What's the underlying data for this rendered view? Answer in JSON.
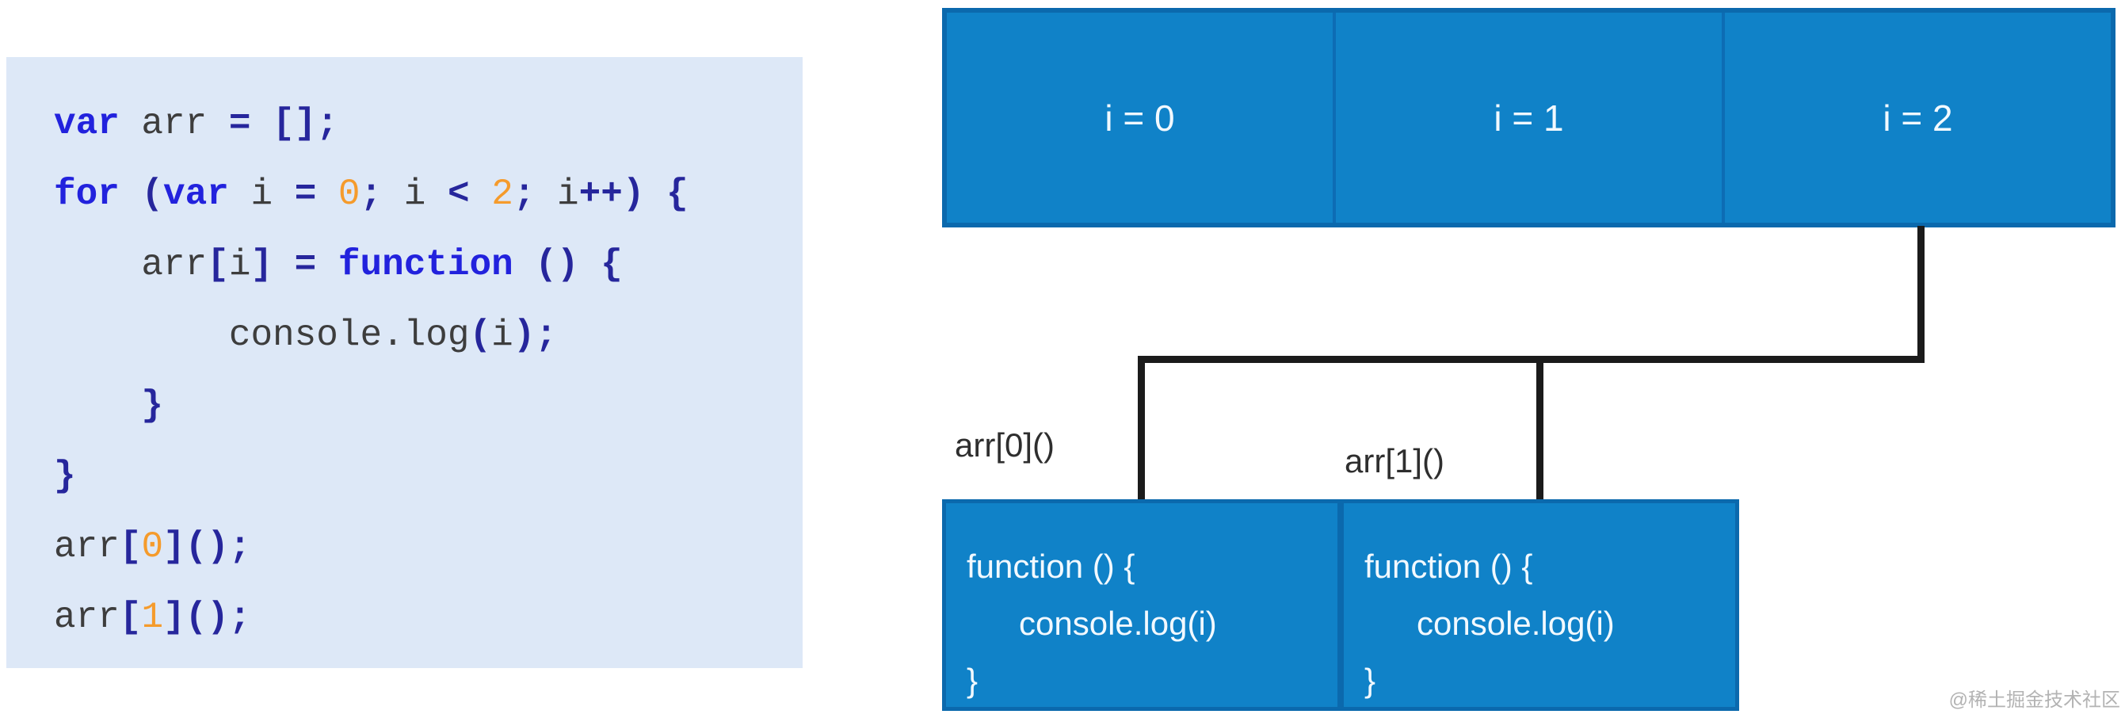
{
  "theme": {
    "box_fill": "#1082c8",
    "box_border": "#0b69ad",
    "cell_divider": "#0d6cb4",
    "box_text": "#f2f9ff",
    "code_bg": "#dde8f7",
    "kw": "#2222dd",
    "id": "#3d3d3d",
    "punc": "#26269c",
    "num": "#f59b2c",
    "connector": "#1b1b1b",
    "label": "#2e2e2e",
    "watermark": "#b3b3b3",
    "page_bg": "#ffffff"
  },
  "code_panel": {
    "lines": [
      [
        [
          "kw",
          "var"
        ],
        [
          "id",
          " arr "
        ],
        [
          "punc",
          "= [];"
        ]
      ],
      [
        [
          "kw",
          "for"
        ],
        [
          "id",
          " "
        ],
        [
          "punc",
          "("
        ],
        [
          "kw",
          "var"
        ],
        [
          "id",
          " i "
        ],
        [
          "punc",
          "="
        ],
        [
          "id",
          " "
        ],
        [
          "num",
          "0"
        ],
        [
          "punc",
          ";"
        ],
        [
          "id",
          " i "
        ],
        [
          "punc",
          "<"
        ],
        [
          "id",
          " "
        ],
        [
          "num",
          "2"
        ],
        [
          "punc",
          ";"
        ],
        [
          "id",
          " i"
        ],
        [
          "punc",
          "++) {"
        ]
      ],
      [
        [
          "id",
          "    arr"
        ],
        [
          "punc",
          "["
        ],
        [
          "id",
          "i"
        ],
        [
          "punc",
          "] = "
        ],
        [
          "kw",
          "function"
        ],
        [
          "id",
          " "
        ],
        [
          "punc",
          "() {"
        ]
      ],
      [
        [
          "id",
          "        console.log"
        ],
        [
          "punc",
          "("
        ],
        [
          "id",
          "i"
        ],
        [
          "punc",
          ");"
        ]
      ],
      [
        [
          "punc",
          "    }"
        ]
      ],
      [
        [
          "punc",
          "}"
        ]
      ],
      [
        [
          "id",
          "arr"
        ],
        [
          "punc",
          "["
        ],
        [
          "num",
          "0"
        ],
        [
          "punc",
          "]();"
        ]
      ],
      [
        [
          "id",
          "arr"
        ],
        [
          "punc",
          "["
        ],
        [
          "num",
          "1"
        ],
        [
          "punc",
          "]();"
        ]
      ]
    ]
  },
  "diagram": {
    "iteration_cells": [
      {
        "label": "i = 0"
      },
      {
        "label": "i = 1"
      },
      {
        "label": "i = 2"
      }
    ],
    "call_labels": [
      {
        "label": "arr[0]()"
      },
      {
        "label": "arr[1]()"
      }
    ],
    "function_boxes": [
      {
        "lines": [
          "function () {",
          "console.log(i)",
          "}"
        ]
      },
      {
        "lines": [
          "function () {",
          "console.log(i)",
          "}"
        ]
      }
    ]
  },
  "page": {
    "watermark": "@稀土掘金技术社区"
  }
}
